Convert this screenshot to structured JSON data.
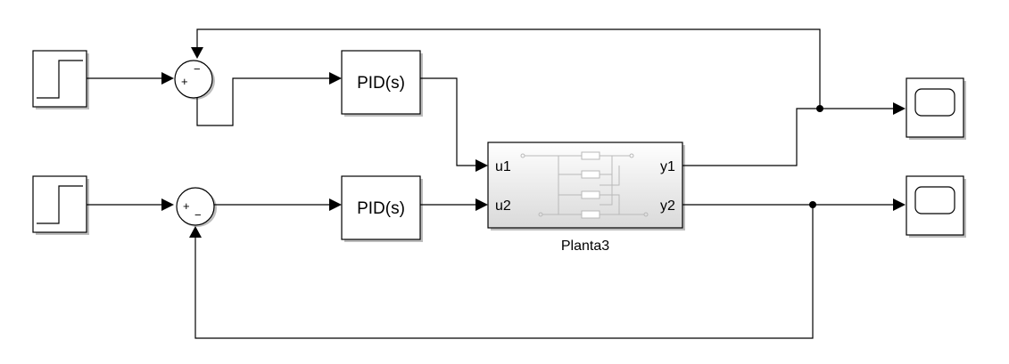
{
  "blocks": {
    "step_top": {
      "kind": "step"
    },
    "step_bottom": {
      "kind": "step"
    },
    "sum_top": {
      "sign_plus": "+",
      "sign_minus": "−"
    },
    "sum_bottom": {
      "sign_plus": "+",
      "sign_minus": "−"
    },
    "pid_top": {
      "label": "PID(s)"
    },
    "pid_bottom": {
      "label": "PID(s)"
    },
    "plant": {
      "name": "Planta3",
      "inputs": [
        "u1",
        "u2"
      ],
      "outputs": [
        "y1",
        "y2"
      ]
    },
    "scope_top": {
      "kind": "scope"
    },
    "scope_bottom": {
      "kind": "scope"
    }
  },
  "colors": {
    "line": "#000000",
    "background": "#ffffff",
    "block_fill": "#ffffff",
    "plant_gradient_top": "#ffffff",
    "plant_gradient_bottom": "#d9d9d9",
    "shadow": "#bdbdbd"
  }
}
